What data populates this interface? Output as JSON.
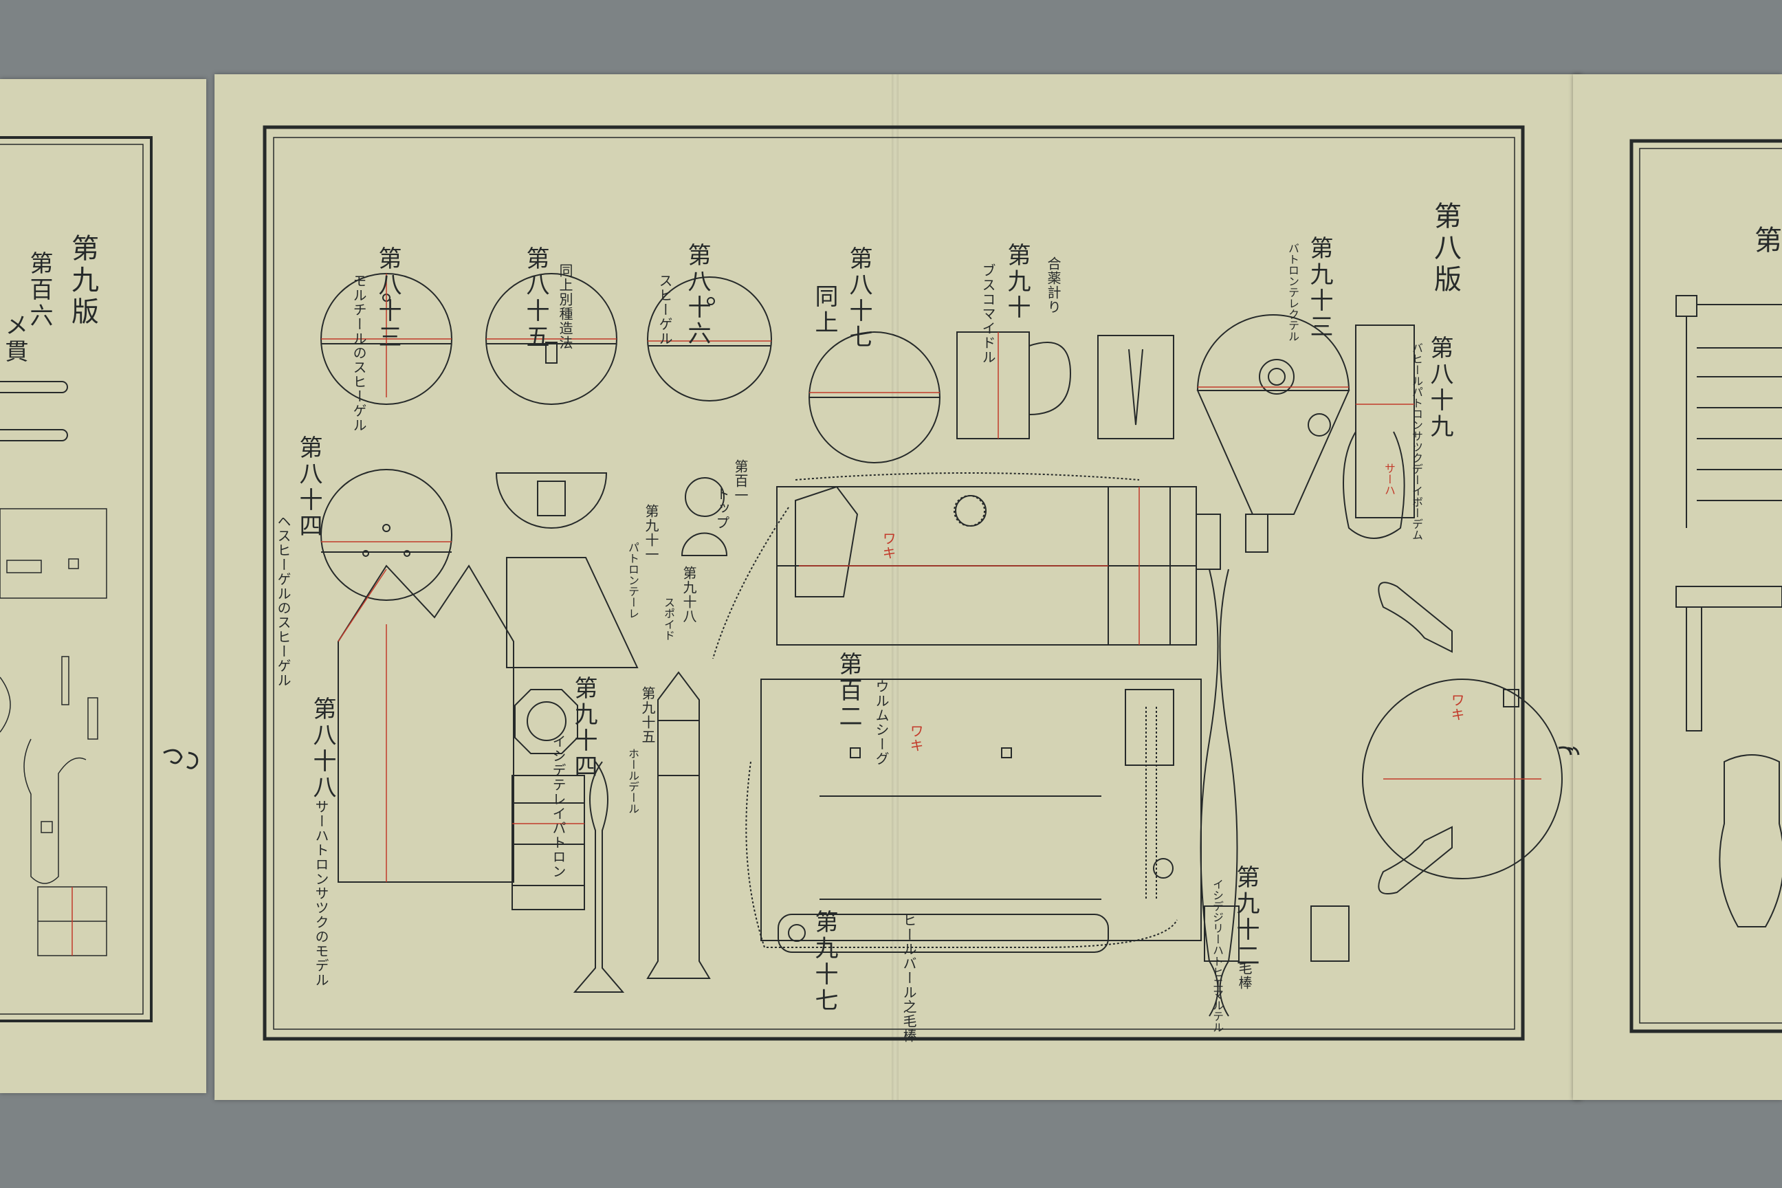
{
  "left_plate": {
    "plate_label": "第九版",
    "figure_label": "第百六",
    "figure_caption": "メ貫"
  },
  "main_plate": {
    "plate_label": "第八版",
    "figures": [
      {
        "id": "83",
        "number": "第八十三",
        "caption": "モルチールのスヒーゲル"
      },
      {
        "id": "84",
        "number": "第八十四",
        "caption": "ヘスヒーゲルのスヒーゲル"
      },
      {
        "id": "85",
        "number": "第八十五",
        "caption": "同上別種造法"
      },
      {
        "id": "86",
        "number": "第八十六",
        "caption": "スヒーゲル"
      },
      {
        "id": "87",
        "number": "第八十七",
        "caption": "同上"
      },
      {
        "id": "88",
        "number": "第八十八",
        "caption": "サーハトロンサツクのモデル"
      },
      {
        "id": "89",
        "number": "第八十九",
        "caption": "バヒールパトロンサツクデーイボーデム"
      },
      {
        "id": "90",
        "number": "第九十",
        "caption": "ブスコマイドル"
      },
      {
        "id": "90b",
        "number": "",
        "caption": "合薬計り"
      },
      {
        "id": "91",
        "number": "第九十一",
        "caption": "パトロンテーレ"
      },
      {
        "id": "92",
        "number": "第九十二",
        "caption": "毛棒"
      },
      {
        "id": "92b",
        "number": "",
        "caption": "イシデジリーハトヒエマルテル"
      },
      {
        "id": "93",
        "number": "第九十三",
        "caption": "バトロンテレクテル"
      },
      {
        "id": "94",
        "number": "第九十四",
        "caption": "イシデテレイパトロン"
      },
      {
        "id": "95",
        "number": "第九十五",
        "caption": "ホールデール"
      },
      {
        "id": "97",
        "number": "第九十七",
        "caption": "ヒールバール之毛棒"
      },
      {
        "id": "98",
        "number": "第九十八",
        "caption": "スポイド"
      },
      {
        "id": "101",
        "number": "第百一",
        "caption": "トップ"
      },
      {
        "id": "102",
        "number": "第百二",
        "caption": "ウルムシーグ"
      }
    ],
    "labels": {
      "wood_mark": "ワキ",
      "cord_mark": "サーハ"
    }
  },
  "right_plate": {
    "figure_label": "第"
  },
  "colors": {
    "paper": "#d4d3b4",
    "ink": "#262a2a",
    "red_ink": "#c23a2a",
    "background": "#7d8385"
  }
}
